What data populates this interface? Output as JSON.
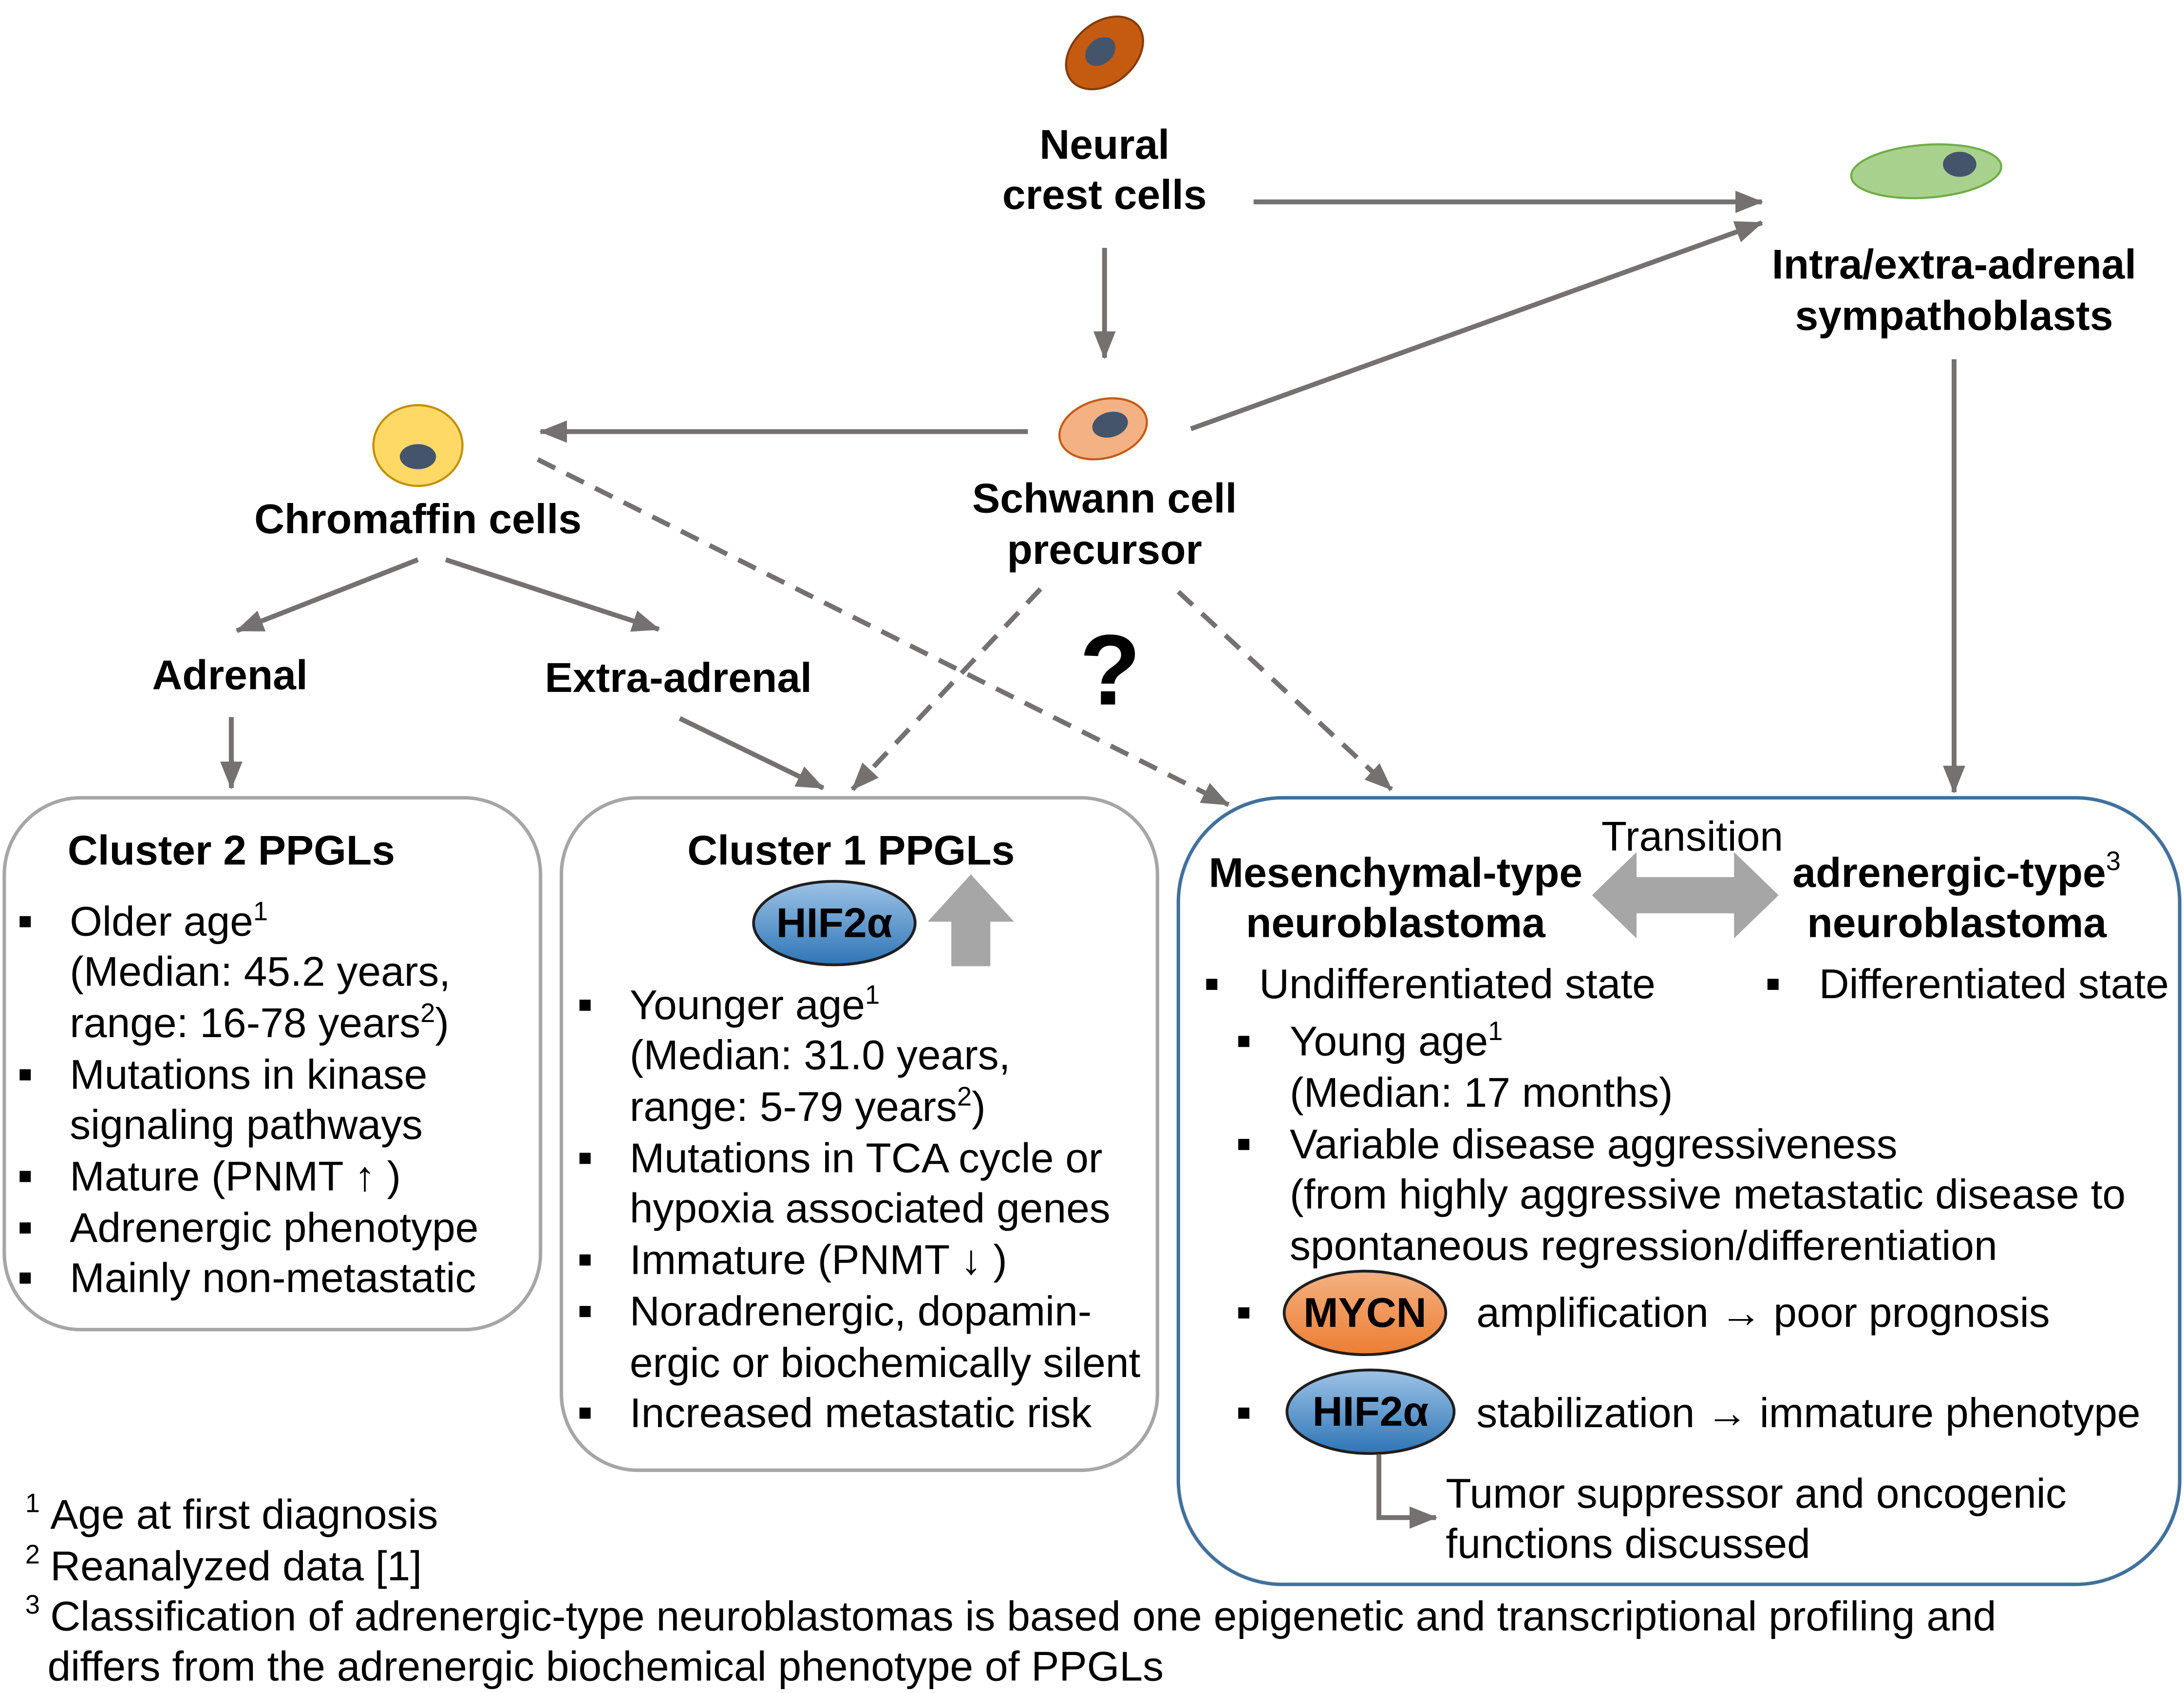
{
  "diagram": {
    "neural_crest": {
      "line1": "Neural",
      "line2": "crest cells"
    },
    "sympathoblasts": {
      "line1": "Intra/extra-adrenal",
      "line2": "sympathoblasts"
    },
    "schwann": {
      "line1": "Schwann cell",
      "line2": "precursor"
    },
    "chromaffin": "Chromaffin cells",
    "adrenal": "Adrenal",
    "extra_adrenal": "Extra-adrenal",
    "unknown_origin": "?"
  },
  "cluster2": {
    "title": "Cluster 2 PPGLs",
    "lines": [
      {
        "text": "Older age",
        "sup": "1"
      },
      {
        "text": "(Median: 45.2 years,"
      },
      {
        "text": "range: 16-78 years",
        "sup": "2",
        "after": ")"
      },
      {
        "text": "Mutations in kinase"
      },
      {
        "text": "signaling pathways"
      },
      {
        "text": "Mature (PNMT ↑ )"
      },
      {
        "text": "Adrenergic phenotype"
      },
      {
        "text": "Mainly non-metastatic"
      }
    ]
  },
  "cluster1": {
    "title": "Cluster 1 PPGLs",
    "badge": "HIF2α",
    "lines": [
      {
        "text": "Younger age",
        "sup": "1"
      },
      {
        "text": "(Median: 31.0 years,"
      },
      {
        "text": "range: 5-79 years",
        "sup": "2",
        "after": ")"
      },
      {
        "text": "Mutations in TCA cycle or"
      },
      {
        "text": "hypoxia associated genes"
      },
      {
        "text": "Immature (PNMT ↓ )"
      },
      {
        "text": "Noradrenergic, dopamin-"
      },
      {
        "text": "ergic or biochemically silent"
      },
      {
        "text": "Increased metastatic risk"
      }
    ]
  },
  "neuroblastoma": {
    "transition_label": "Transition",
    "mesenchymal": {
      "line1": "Mesenchymal-type",
      "line2": "neuroblastoma",
      "state": "Undifferentiated state"
    },
    "adrenergic": {
      "line1": "adrenergic-type",
      "sup": "3",
      "line2": "neuroblastoma",
      "state": "Differentiated state"
    },
    "features": [
      {
        "text": "Young age",
        "sup": "1"
      },
      {
        "text": "(Median: 17 months)"
      },
      {
        "text": "Variable disease aggressiveness"
      },
      {
        "text": "(from highly aggressive metastatic disease to"
      },
      {
        "text": "spontaneous regression/differentiation"
      }
    ],
    "mycn": {
      "badge": "MYCN",
      "text": "amplification → poor prognosis"
    },
    "hif2a": {
      "badge": "HIF2α",
      "text": "stabilization → immature phenotype"
    },
    "hif2a_note": {
      "line1": "Tumor suppressor and oncogenic",
      "line2": "functions discussed"
    }
  },
  "footnotes": [
    {
      "mark": "1",
      "text": "Age at first diagnosis"
    },
    {
      "mark": "2",
      "text": "Reanalyzed data [1]"
    },
    {
      "mark": "3",
      "text": "Classification of adrenergic-type neuroblastomas is based one epigenetic and transcriptional profiling and",
      "continuation": "differs from the adrenergic biochemical phenotype of PPGLs"
    }
  ],
  "colors": {
    "arrow": "#767171",
    "neural_crest_cell": "#c55a11",
    "neural_crest_cell_border": "#843c0c",
    "schwann_cell": "#f4b183",
    "schwann_cell_border": "#c55a11",
    "chromaffin_cell": "#ffd966",
    "chromaffin_cell_border": "#bf9000",
    "sympathoblast_cell": "#a9d18e",
    "sympathoblast_cell_border": "#70ad47",
    "nucleus": "#44546a",
    "ppgl_box_border": "#a6a6a6",
    "neuroblastoma_box_border": "#41719c",
    "block_arrow": "#a6a6a6",
    "hif2a_badge_top": "#9dc3e6",
    "hif2a_badge_bottom": "#2e75b6",
    "mycn_badge_top": "#f4b183",
    "mycn_badge_bottom": "#ed7d31",
    "badge_border": "#1f1f1f"
  }
}
